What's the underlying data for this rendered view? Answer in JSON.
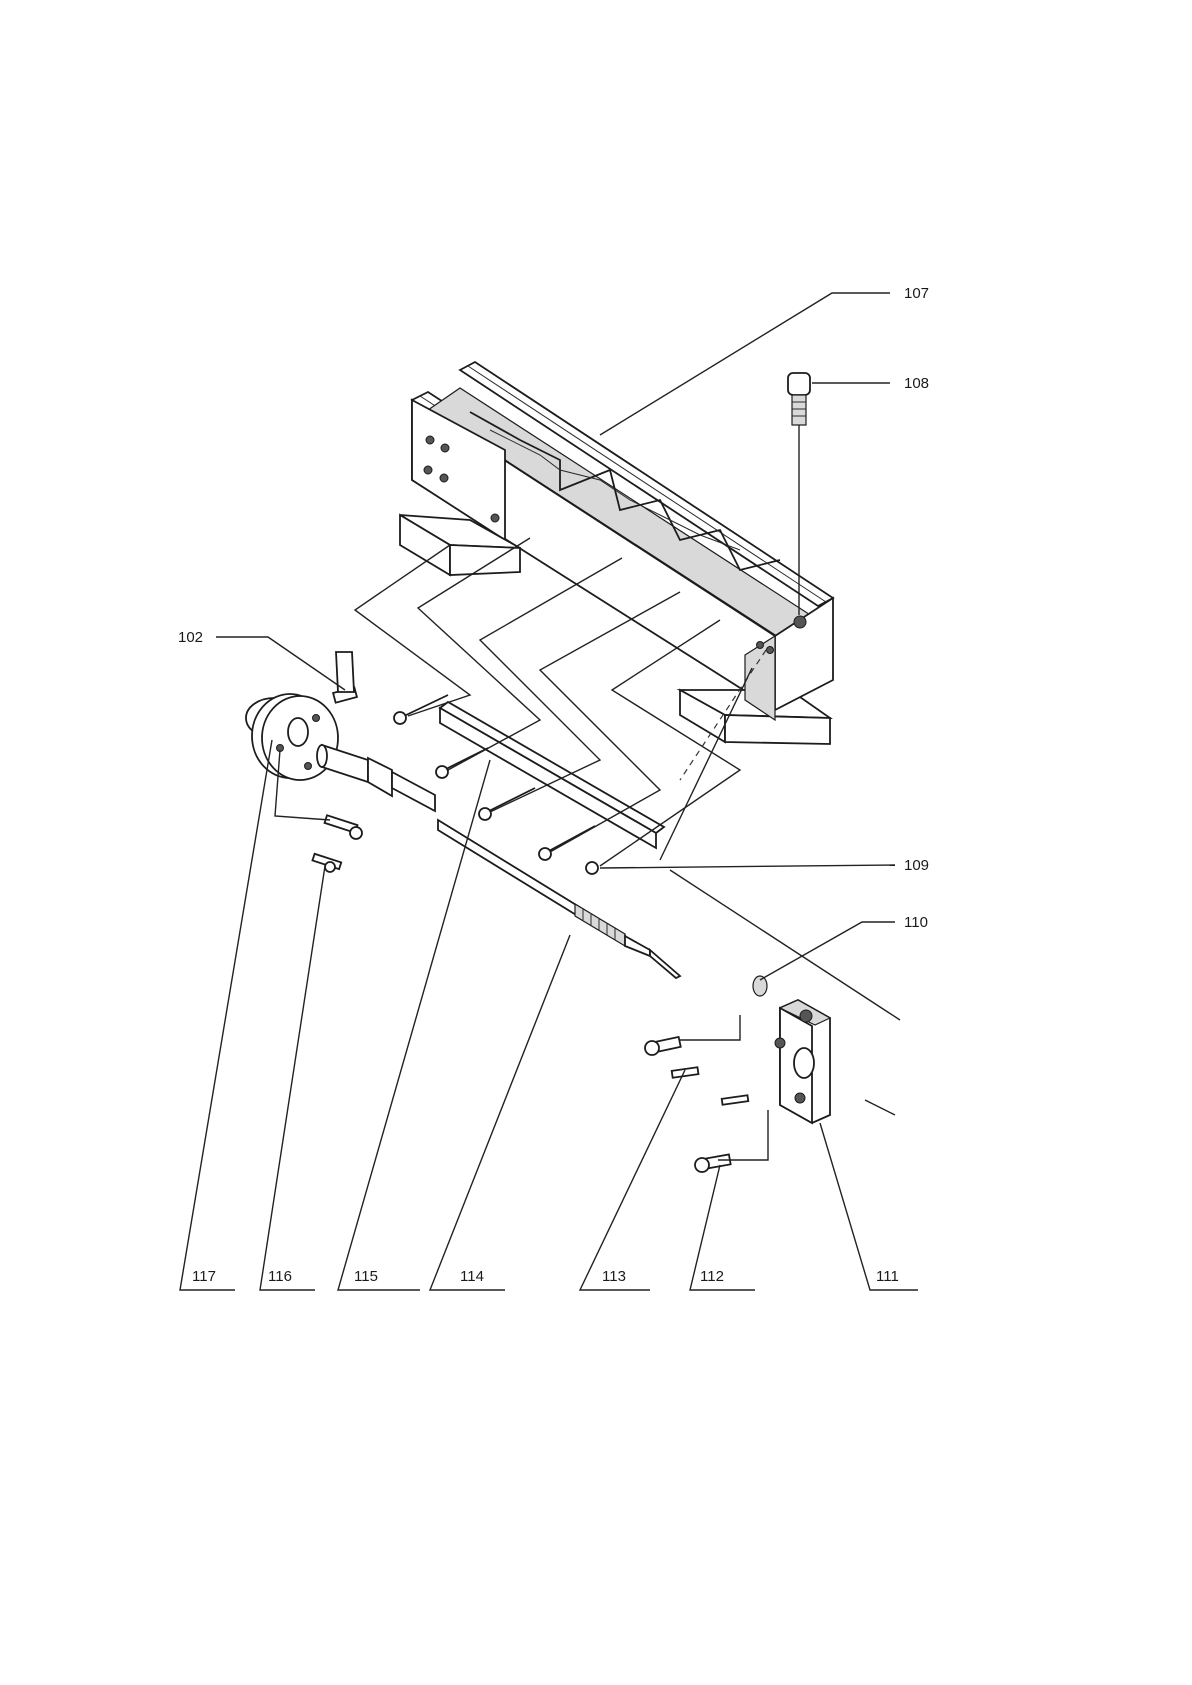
{
  "diagram": {
    "labels": {
      "p102": "102",
      "p107": "107",
      "p108": "108",
      "p109": "109",
      "p110": "110",
      "p111": "111",
      "p112": "112",
      "p113": "113",
      "p114": "114",
      "p115": "115",
      "p116": "116",
      "p117": "117"
    }
  }
}
